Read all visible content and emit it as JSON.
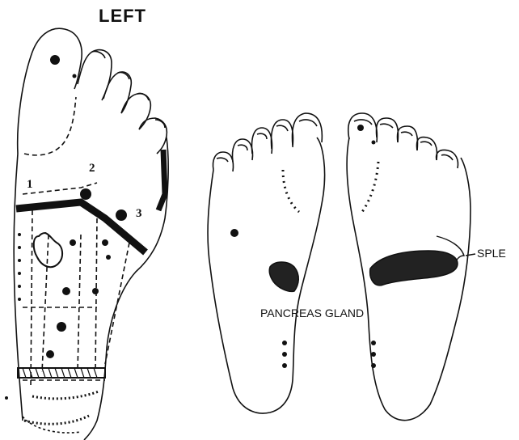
{
  "labels": {
    "left": "LEFT",
    "pancreas": "PANCREAS GLAND",
    "spleen": "SPLE",
    "zone1": "1",
    "zone2": "2",
    "zone3": "3"
  },
  "colors": {
    "ink": "#111111",
    "background": "#ffffff"
  }
}
